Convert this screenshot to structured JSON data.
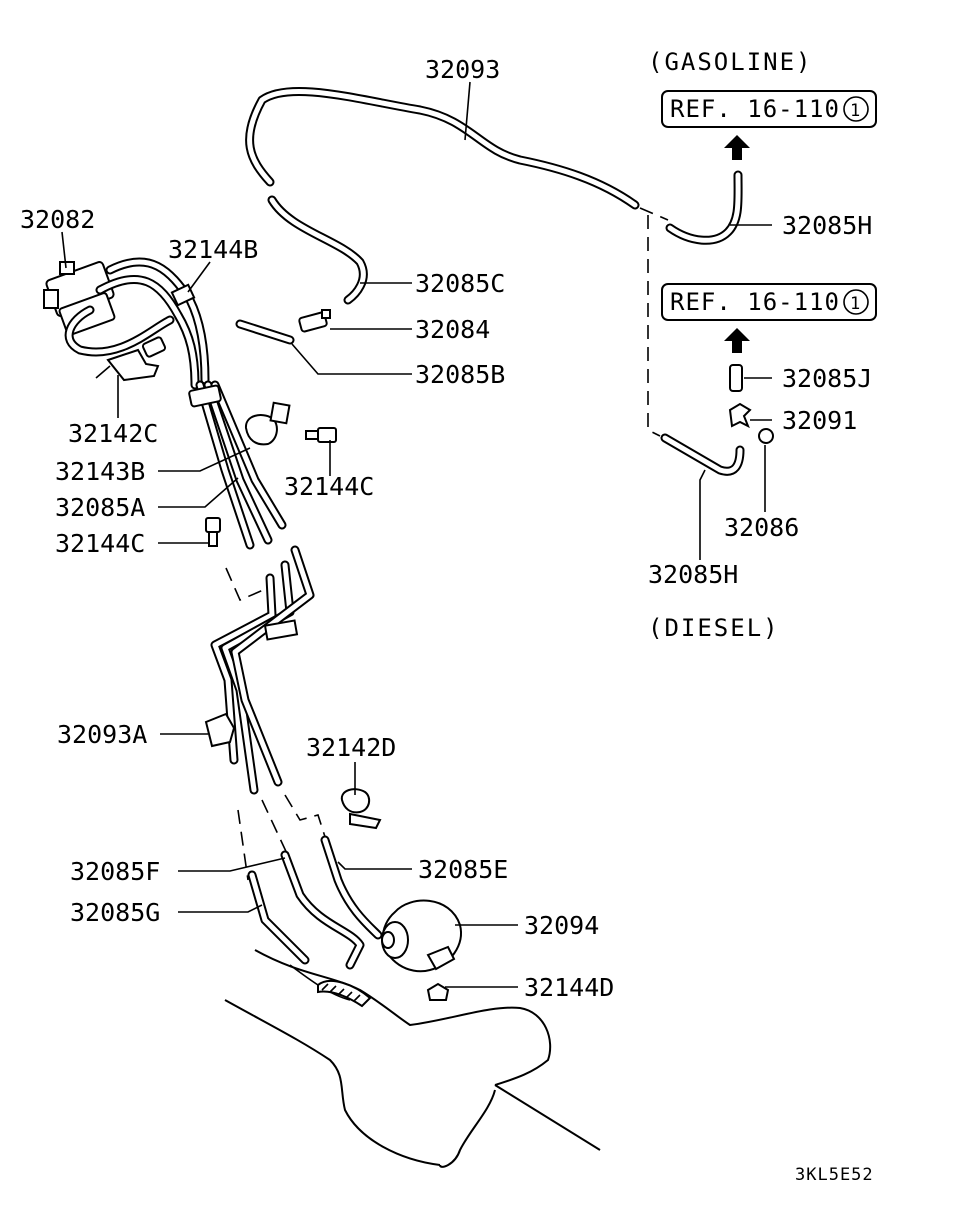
{
  "section_labels": {
    "gasoline": "(GASOLINE)",
    "diesel": "(DIESEL)"
  },
  "references": {
    "gasoline_ref_text": "REF. 16-110",
    "gasoline_ref_num": "1",
    "diesel_ref_text": "REF. 16-110",
    "diesel_ref_num": "1"
  },
  "part_labels": {
    "p32093": "32093",
    "p32082": "32082",
    "p32144B": "32144B",
    "p32085C": "32085C",
    "p32084": "32084",
    "p32085B": "32085B",
    "p32142C": "32142C",
    "p32143B": "32143B",
    "p32144C_right": "32144C",
    "p32085A": "32085A",
    "p32144C_left": "32144C",
    "p32093A": "32093A",
    "p32142D": "32142D",
    "p32085F": "32085F",
    "p32085E": "32085E",
    "p32085G": "32085G",
    "p32094": "32094",
    "p32144D": "32144D",
    "p32085H_top": "32085H",
    "p32085J": "32085J",
    "p32091": "32091",
    "p32086": "32086",
    "p32085H_bottom": "32085H"
  },
  "figure_code": "3KL5E52"
}
